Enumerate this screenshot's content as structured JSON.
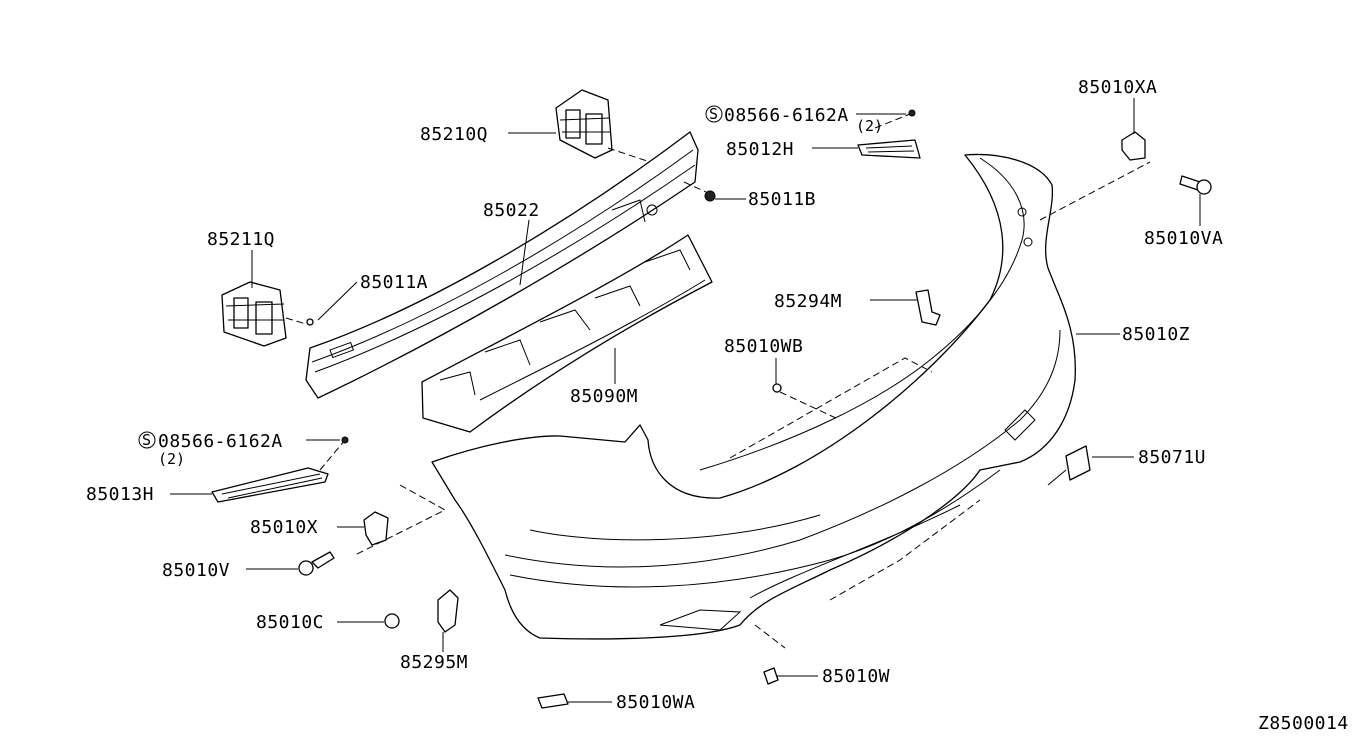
{
  "diagram_id": "Z8500014",
  "labels": {
    "p85210Q": "85210Q",
    "p85211Q": "85211Q",
    "p85022": "85022",
    "p85011A": "85011A",
    "p85011B": "85011B",
    "p85090M": "85090M",
    "p85012H": "85012H",
    "bolt_top": "08566-6162A",
    "bolt_top_qty": "(2)",
    "bolt_left": "08566-6162A",
    "bolt_left_qty": "(2)",
    "p85013H": "85013H",
    "p85010XA": "85010XA",
    "p85010VA": "85010VA",
    "p85010Z": "85010Z",
    "p85294M": "85294M",
    "p85010WB": "85010WB",
    "p85071U": "85071U",
    "p85010X": "85010X",
    "p85010V": "85010V",
    "p85010C": "85010C",
    "p85295M": "85295M",
    "p85010W": "85010W",
    "p85010WA": "85010WA"
  }
}
